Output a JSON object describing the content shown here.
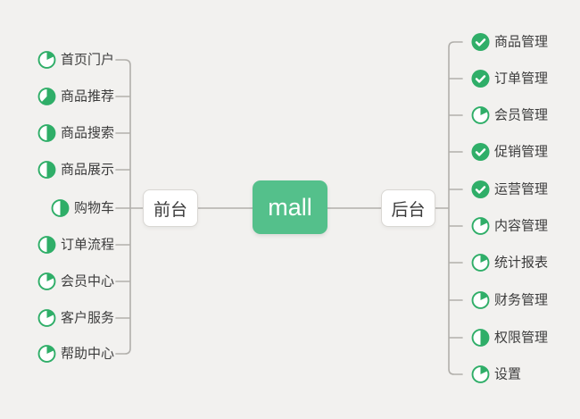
{
  "canvas": {
    "bg": "#f2f1ef"
  },
  "colors": {
    "icon_green": "#2fae68",
    "node_green": "#54c08b",
    "line": "#b1afab",
    "label_text": "#3c3c3c",
    "node_text": "#3a3a3a",
    "node_bg": "#ffffff",
    "node_border": "#d9d7d3"
  },
  "root": {
    "label": "mall"
  },
  "branches": [
    {
      "id": "frontend",
      "label": "前台",
      "side": "left",
      "items": [
        {
          "label": "首页门户",
          "icon": "progress",
          "progress": 0.18
        },
        {
          "label": "商品推荐",
          "icon": "progress",
          "progress": 0.62
        },
        {
          "label": "商品搜索",
          "icon": "progress",
          "progress": 0.5
        },
        {
          "label": "商品展示",
          "icon": "progress",
          "progress": 0.5
        },
        {
          "label": "购物车",
          "icon": "progress",
          "progress": 0.5
        },
        {
          "label": "订单流程",
          "icon": "progress",
          "progress": 0.5
        },
        {
          "label": "会员中心",
          "icon": "progress",
          "progress": 0.18
        },
        {
          "label": "客户服务",
          "icon": "progress",
          "progress": 0.18
        },
        {
          "label": "帮助中心",
          "icon": "progress",
          "progress": 0.18
        }
      ]
    },
    {
      "id": "backend",
      "label": "后台",
      "side": "right",
      "items": [
        {
          "label": "商品管理",
          "icon": "check"
        },
        {
          "label": "订单管理",
          "icon": "check"
        },
        {
          "label": "会员管理",
          "icon": "progress",
          "progress": 0.18
        },
        {
          "label": "促销管理",
          "icon": "check"
        },
        {
          "label": "运营管理",
          "icon": "check"
        },
        {
          "label": "内容管理",
          "icon": "progress",
          "progress": 0.18
        },
        {
          "label": "统计报表",
          "icon": "progress",
          "progress": 0.18
        },
        {
          "label": "财务管理",
          "icon": "progress",
          "progress": 0.18
        },
        {
          "label": "权限管理",
          "icon": "progress",
          "progress": 0.5
        },
        {
          "label": "设置",
          "icon": "progress",
          "progress": 0.18
        }
      ]
    }
  ]
}
